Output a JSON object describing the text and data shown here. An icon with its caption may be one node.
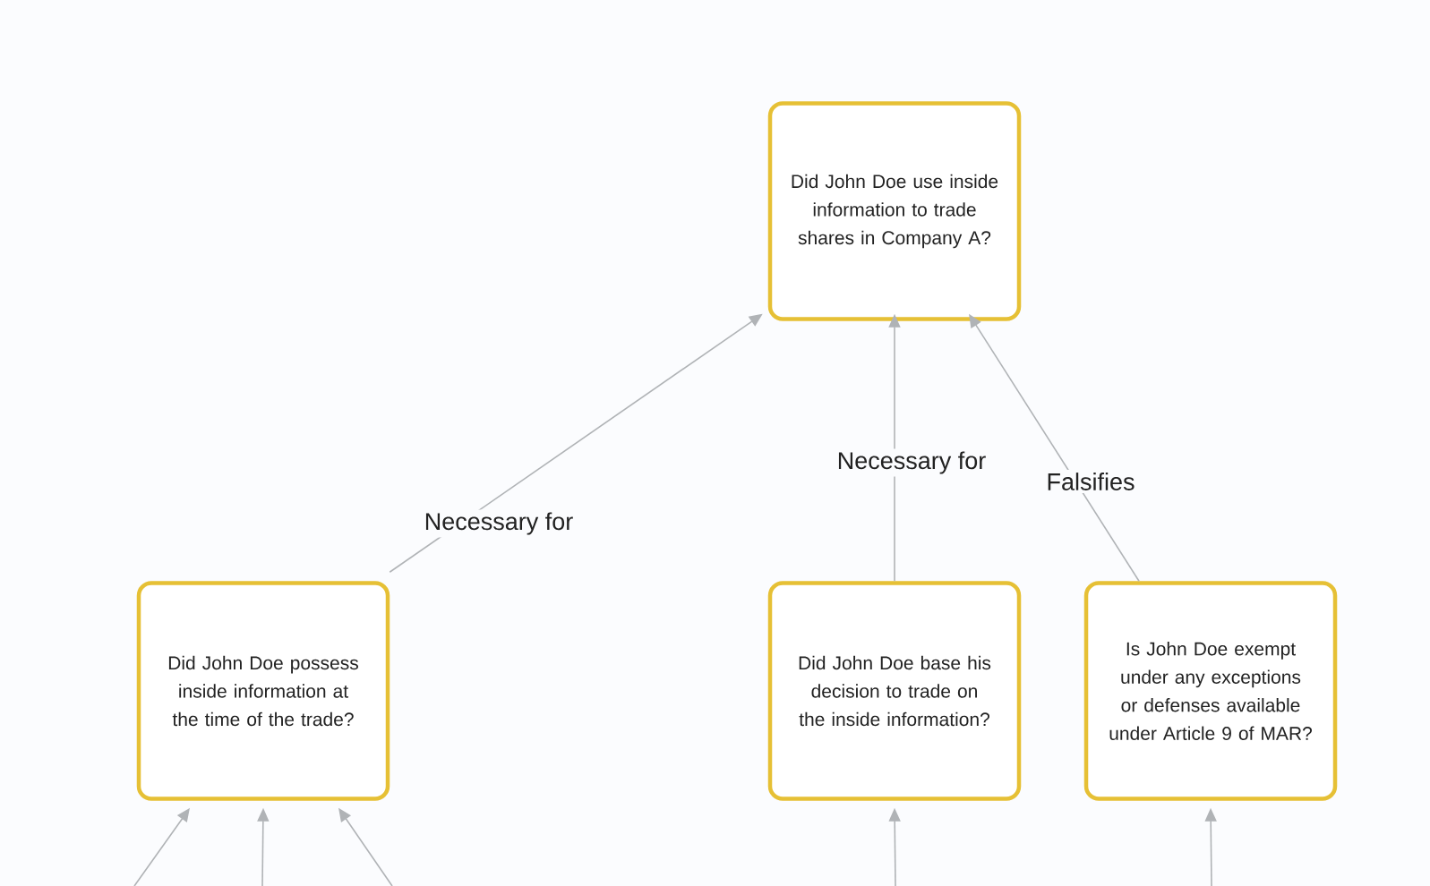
{
  "diagram": {
    "nodes": [
      {
        "text": [
          "Did John Doe use inside information to trade shares in Company A?"
        ]
      },
      {
        "text": [
          "Did John Doe possess inside information at the time of the trade?"
        ]
      },
      {
        "text": [
          "Did John Doe base his decision to trade on the inside information?"
        ]
      },
      {
        "text": [
          "Is John Doe exempt under any exceptions or defenses available under Article 9 of MAR?"
        ]
      }
    ],
    "edges": [
      {
        "from": 1,
        "to": 0,
        "arrow": "to",
        "label": "Necessary for"
      },
      {
        "from": 2,
        "to": 0,
        "arrow": "to",
        "label": "Necessary for"
      },
      {
        "from": 3,
        "to": 0,
        "arrow": "to",
        "label": "Falsifies"
      },
      {
        "from": null,
        "to": 1,
        "arrow": "to"
      },
      {
        "from": null,
        "to": 1,
        "arrow": "to"
      },
      {
        "from": null,
        "to": 1,
        "arrow": "to"
      },
      {
        "from": null,
        "to": 2,
        "arrow": "to"
      },
      {
        "from": null,
        "to": 3,
        "arrow": "to"
      }
    ]
  }
}
